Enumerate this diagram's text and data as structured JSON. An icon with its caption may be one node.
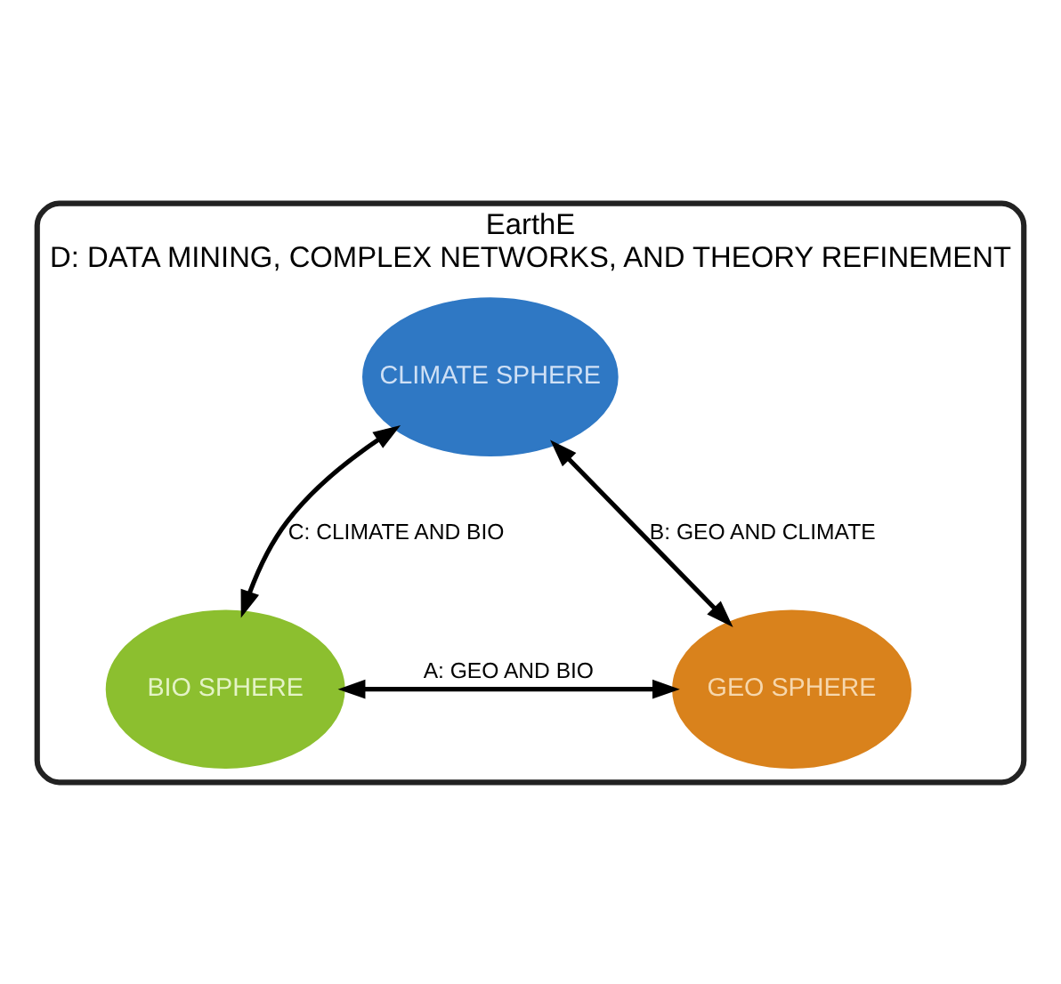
{
  "diagram": {
    "nodes": [
      {
        "text": [
          "EarthE",
          "D: DATA MINING, COMPLEX NETWORKS, AND THEORY REFINEMENT"
        ]
      },
      {
        "text": [
          "CLIMATE SPHERE"
        ],
        "in": 0
      },
      {
        "text": [
          "GEO SPHERE"
        ],
        "in": 0
      },
      {
        "text": [
          "BIO SPHERE"
        ],
        "in": 0
      }
    ],
    "edges": [
      {
        "from": 2,
        "to": 1,
        "arrow": "both",
        "label": "B: GEO AND CLIMATE"
      },
      {
        "from": 1,
        "to": 3,
        "arrow": "both",
        "label": "C: CLIMATE AND BIO"
      },
      {
        "from": 2,
        "to": 3,
        "arrow": "both",
        "label": "A: GEO AND BIO"
      }
    ]
  }
}
